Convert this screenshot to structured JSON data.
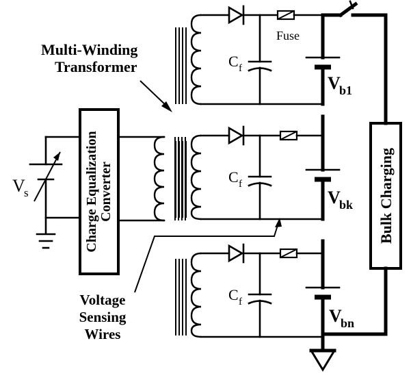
{
  "labels": {
    "transformer_line1": "Multi-Winding",
    "transformer_line2": "Transformer",
    "fuse": "Fuse",
    "converter_line1": "Charge Equalization",
    "converter_line2": "Converter",
    "bulk": "Bulk Charging",
    "sensing_line1": "Voltage",
    "sensing_line2": "Sensing",
    "sensing_line3": "Wires",
    "source_main": "V",
    "source_sub": "s",
    "cap_main": "C",
    "cap_sub": "f",
    "vb1_main": "V",
    "vb1_sub": "b1",
    "vbk_main": "V",
    "vbk_sub": "bk",
    "vbn_main": "V",
    "vbn_sub": "bn"
  }
}
